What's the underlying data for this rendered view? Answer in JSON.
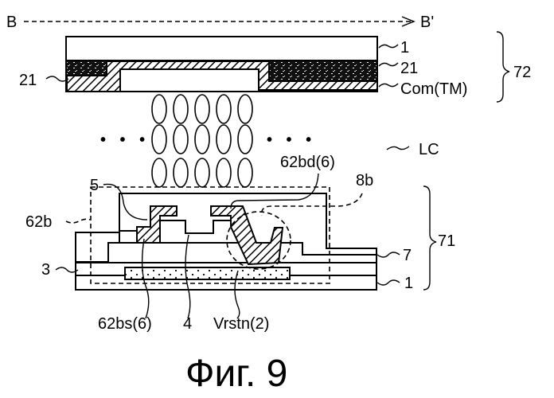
{
  "figure": {
    "caption": "Фиг. 9",
    "section_line": {
      "start_label": "B",
      "end_label": "B'"
    },
    "top_substrate": {
      "group_label": "72",
      "layers": [
        {
          "ref": "1",
          "label": "1",
          "description": "substrate"
        },
        {
          "ref": "21",
          "label": "21",
          "description": "black matrix"
        },
        {
          "ref": "Com(TM)",
          "label": "Com(TM)",
          "description": "common electrode"
        }
      ],
      "left_label": "21"
    },
    "liquid_crystal": {
      "label": "LC",
      "ellipsis_left": "• • •",
      "ellipsis_right": "• • •",
      "rows": 3,
      "columns": 5
    },
    "bottom_substrate": {
      "group_label": "71",
      "labels": {
        "gate_electrode_contact": "5",
        "drain": "62bd(6)",
        "contact_hole": "8b",
        "region": "62b",
        "insulator": "3",
        "passivation": "7",
        "substrate": "1",
        "source": "62bs(6)",
        "semiconductor": "4",
        "reset_line": "Vrstn(2)"
      }
    },
    "colors": {
      "line": "#000000",
      "background": "#ffffff",
      "black_matrix": "#111111"
    }
  }
}
